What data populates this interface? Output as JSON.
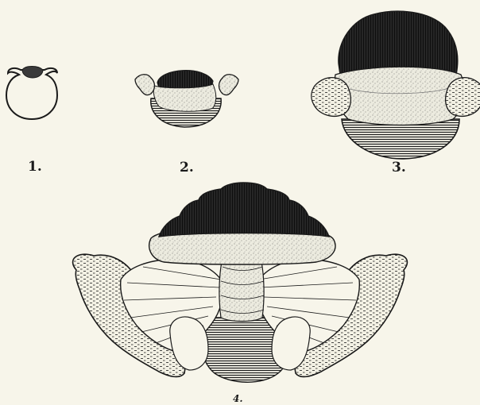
{
  "figures": [
    {
      "id": "fig-1",
      "label": "1."
    },
    {
      "id": "fig-2",
      "label": "2."
    },
    {
      "id": "fig-3",
      "label": "3."
    },
    {
      "id": "fig-4",
      "label": "4."
    }
  ],
  "colors": {
    "paper": "#f7f5ea",
    "ink": "#1a1a1a",
    "dark-fill": "#2b2b2b",
    "stipple-fill": "#e9e7da"
  }
}
